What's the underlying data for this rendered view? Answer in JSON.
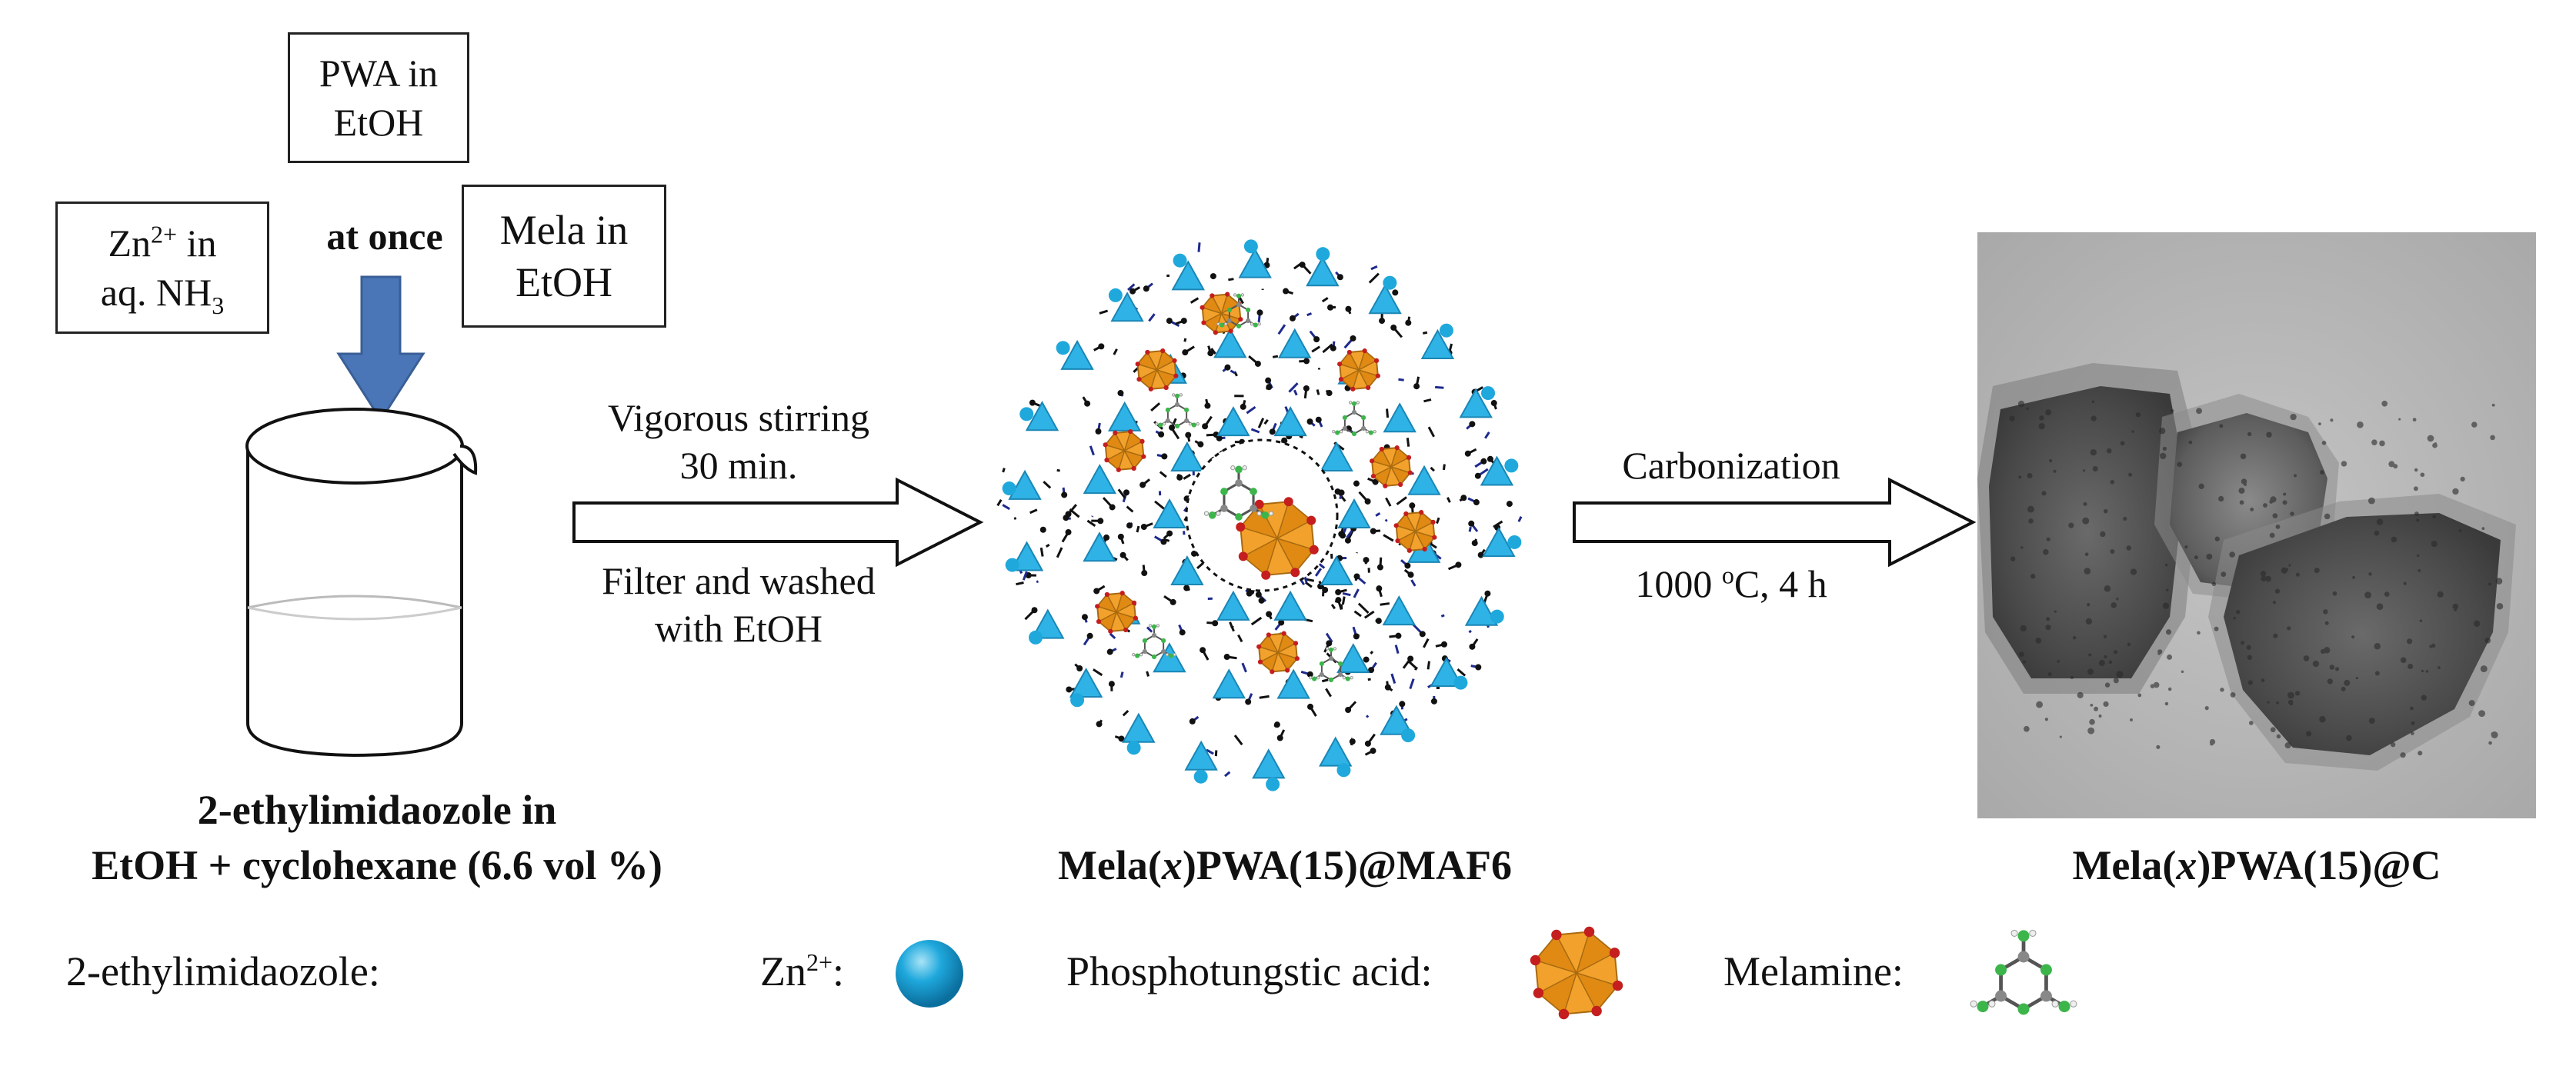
{
  "reagents": {
    "pwa": {
      "line1": "PWA in",
      "line2": "EtOH"
    },
    "zn": {
      "base": "Zn",
      "sup": "2+",
      "suffix": " in",
      "line2_prefix": "aq. NH",
      "line2_sub": "3"
    },
    "at_once": "at once",
    "mela": {
      "line1": "Mela in",
      "line2": "EtOH"
    }
  },
  "step1": {
    "top_line1": "Vigorous stirring",
    "top_line2": "30 min.",
    "bottom_line1": "Filter and washed",
    "bottom_line2": "with EtOH"
  },
  "step2": {
    "top": "Carbonization",
    "bottom_prefix": "1000 ",
    "bottom_sup": "o",
    "bottom_suffix": "C, 4 h"
  },
  "captions": {
    "beaker_line1": "2-ethylimidaozole in",
    "beaker_line2": "EtOH + cyclohexane (6.6 vol %)",
    "mof_prefix": "Mela(",
    "mof_x": "x",
    "mof_suffix": ")PWA(15)@MAF6",
    "carbon_prefix": "Mela(",
    "carbon_x": "x",
    "carbon_suffix": ")PWA(15)@C"
  },
  "legend": {
    "ethylimidazole": "2-ethylimidaozole:",
    "zn_base": "Zn",
    "zn_sup": "2+",
    "zn_colon": ":",
    "pwa": "Phosphotungstic acid:",
    "melamine": "Melamine:"
  },
  "colors": {
    "arrow_blue": "#4a76b8",
    "zn_cyan": "#1fa8dc",
    "tetra_blue": "#2fb3e6",
    "pwa_orange": "#f2a22c",
    "melamine_green": "#3cb54a",
    "tem_gray": "#b0b0b0"
  }
}
